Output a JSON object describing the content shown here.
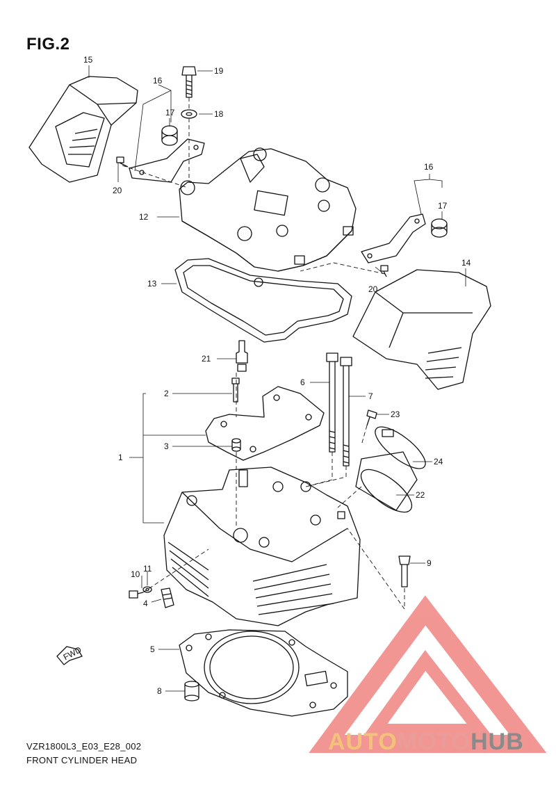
{
  "figure": {
    "title": "FIG.2"
  },
  "footer": {
    "code": "VZR1800L3_E03_E28_002",
    "name": "FRONT CYLINDER HEAD"
  },
  "watermark": {
    "part1": "AUTO",
    "part2": "MOTO",
    "part3": "HUB",
    "color_triangle": "#e8413c",
    "color_gold": "#f2c27a",
    "color_gray": "#8a8a8a"
  },
  "direction_badge": "FWD",
  "callouts": {
    "c1": "1",
    "c2": "2",
    "c3": "3",
    "c4": "4",
    "c5": "5",
    "c6": "6",
    "c7": "7",
    "c8": "8",
    "c9": "9",
    "c10": "10",
    "c11": "11",
    "c12": "12",
    "c13": "13",
    "c14": "14",
    "c15": "15",
    "c16a": "16",
    "c16b": "16",
    "c17a": "17",
    "c17b": "17",
    "c18": "18",
    "c19": "19",
    "c20a": "20",
    "c20b": "20",
    "c21": "21",
    "c22": "22",
    "c23": "23",
    "c24": "24"
  }
}
